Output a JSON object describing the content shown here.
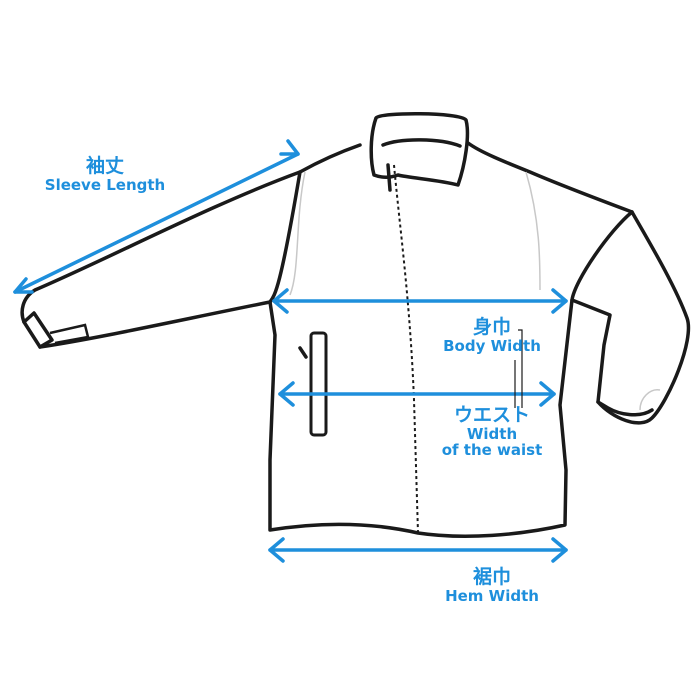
{
  "colors": {
    "accent": "#1e8fdc",
    "outline": "#1a1a1a",
    "seam": "#c8c8c8"
  },
  "labels": {
    "sleeve_length": {
      "jp": "袖丈",
      "en": "Sleeve Length"
    },
    "body_width": {
      "jp": "身巾",
      "en": "Body Width"
    },
    "waist_width": {
      "jp": "ウエスト",
      "en_line1": "Width",
      "en_line2": "of the waist"
    },
    "hem_width": {
      "jp": "裾巾",
      "en": "Hem Width"
    }
  }
}
